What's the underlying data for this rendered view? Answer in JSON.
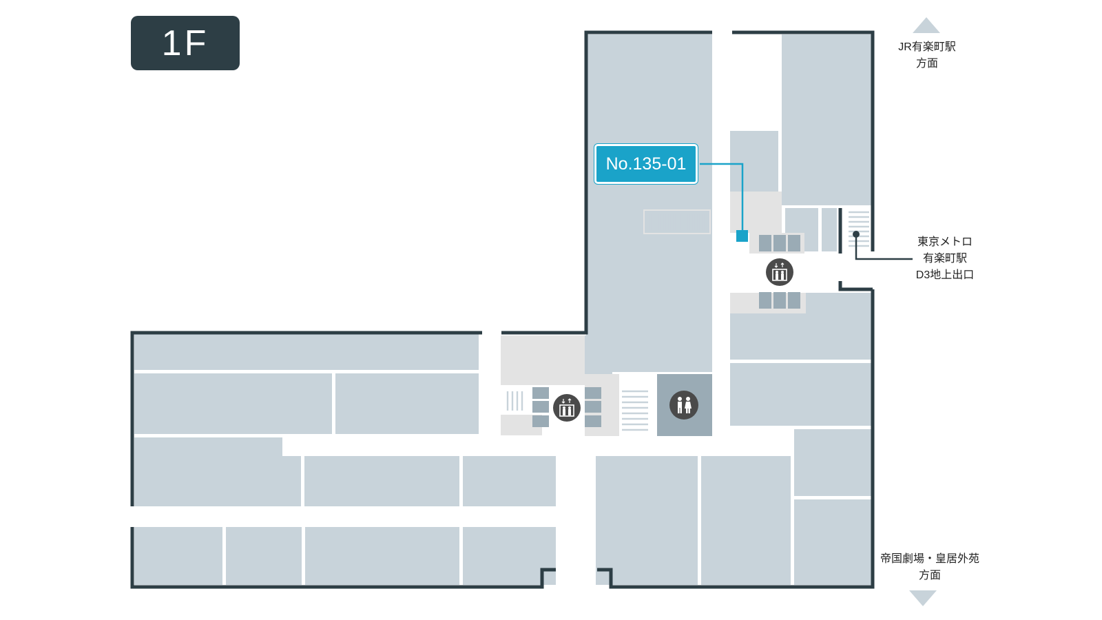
{
  "floor_label": "1F",
  "shop_tag": "No.135-01",
  "direction_north": {
    "line1": "JR有楽町駅",
    "line2": "方面"
  },
  "direction_exit": {
    "line1": "東京メトロ",
    "line2": "有楽町駅",
    "line3": "D3地上出口"
  },
  "direction_south": {
    "line1": "帝国劇場・皇居外苑",
    "line2": "方面"
  },
  "icons": {
    "elevator": "elevator-icon",
    "restroom": "restroom-icon",
    "arrow_up": "arrow-up-icon",
    "arrow_down": "arrow-down-icon"
  },
  "colors": {
    "store": "#c8d3da",
    "wall": "#2d3e45",
    "common_area": "#e3e3e3",
    "restroom_area": "#9aabb5",
    "highlight": "#1aa3c9",
    "badge": "#2d3e45",
    "icon": "#4a4a4a",
    "stairs": "#c8d3da",
    "direction_arrow": "#c8d3da"
  }
}
